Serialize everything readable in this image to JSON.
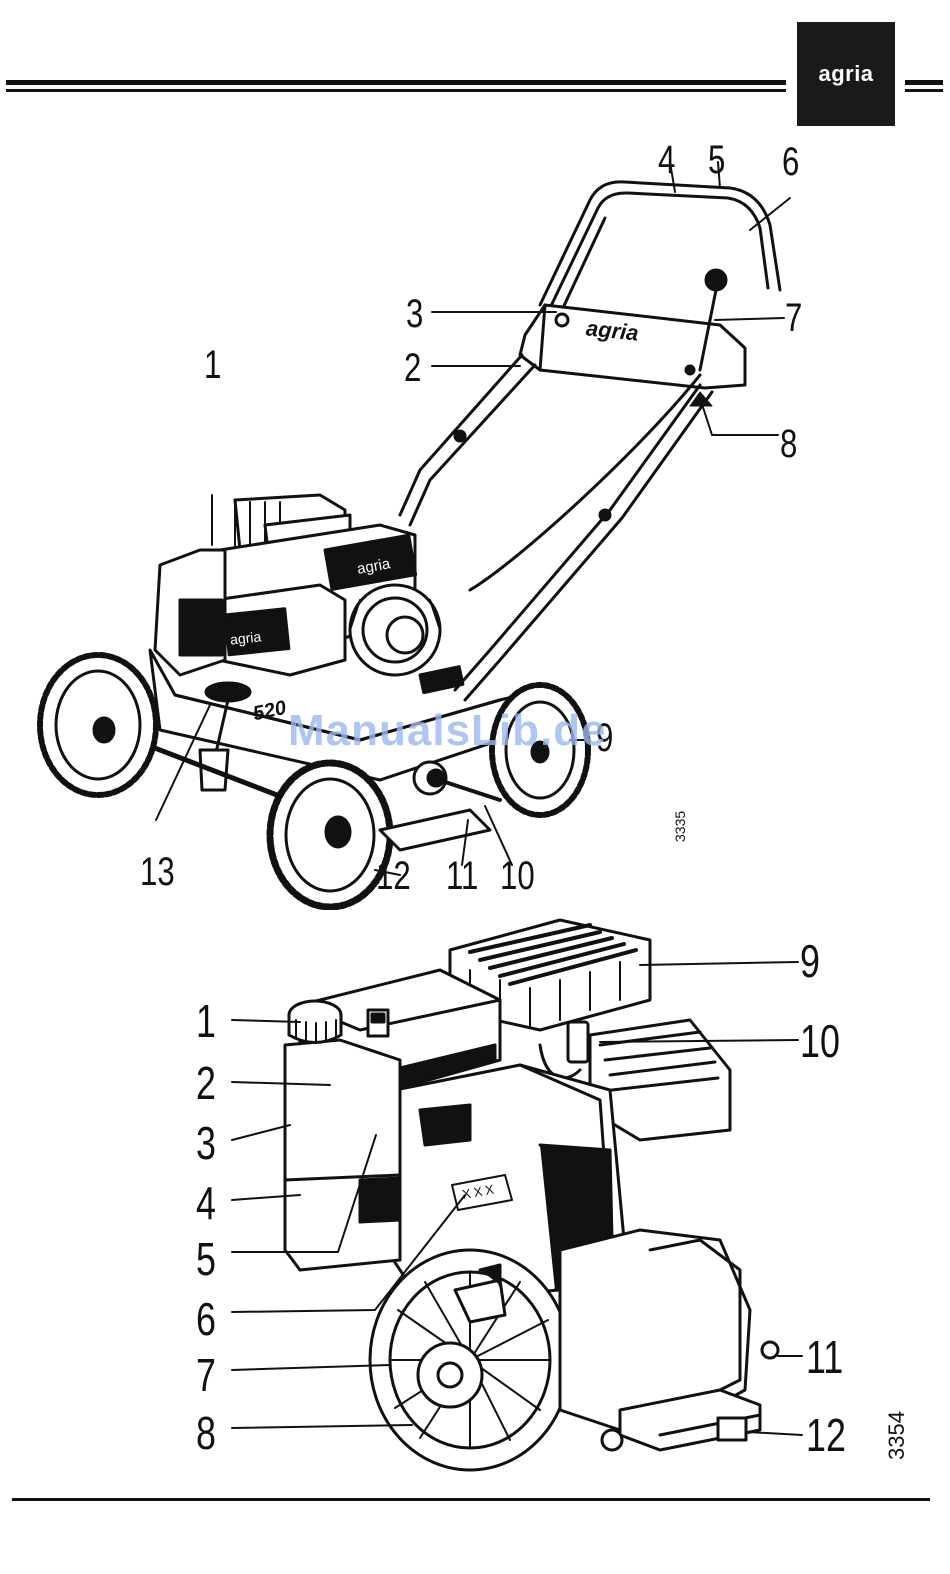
{
  "header": {
    "brand": "agria"
  },
  "figure_top": {
    "figure_number": "3335",
    "callouts": [
      "1",
      "2",
      "3",
      "4",
      "5",
      "6",
      "7",
      "8",
      "9",
      "10",
      "11",
      "12",
      "13"
    ],
    "decal_main": "agria",
    "decal_engine_top": "agria",
    "decal_engine_tank": "agria",
    "model_badge": "520"
  },
  "figure_bottom": {
    "figure_number": "3354",
    "callouts": [
      "1",
      "2",
      "3",
      "4",
      "5",
      "6",
      "7",
      "8",
      "9",
      "10",
      "11",
      "12"
    ],
    "plate_text": "XXX"
  },
  "watermark": "ManualsLib.de",
  "colors": {
    "ink": "#111111",
    "paper": "#ffffff",
    "watermark": "#9ab8ee"
  }
}
